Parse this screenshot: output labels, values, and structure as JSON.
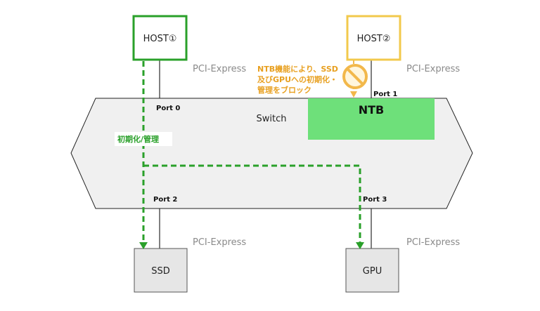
{
  "hosts": {
    "host1": {
      "label": "HOST①"
    },
    "host2": {
      "label": "HOST②"
    }
  },
  "links": {
    "top_left_pcie": "PCI-Express",
    "top_right_pcie": "PCI-Express",
    "bottom_left_pcie": "PCI-Express",
    "bottom_right_pcie": "PCI-Express"
  },
  "switch": {
    "label": "Switch",
    "ntb_label": "NTB",
    "ports": {
      "port0": "Port 0",
      "port1": "Port 1",
      "port2": "Port 2",
      "port3": "Port 3"
    }
  },
  "devices": {
    "ssd": {
      "label": "SSD"
    },
    "gpu": {
      "label": "GPU"
    }
  },
  "annotations": {
    "init_manage": "初期化/管理",
    "ntb_block_lines": [
      "NTB機能により、SSD",
      "及びGPUへの初期化・",
      "管理をブロック"
    ]
  },
  "colors": {
    "host1_border": "#2aa02a",
    "host2_border": "#f2c94c",
    "green_path": "#2aa02a",
    "orange_note": "#e8a020",
    "ntb_fill": "#6ee07a",
    "switch_fill": "#f0f0f0",
    "device_fill": "#e6e6e6"
  }
}
